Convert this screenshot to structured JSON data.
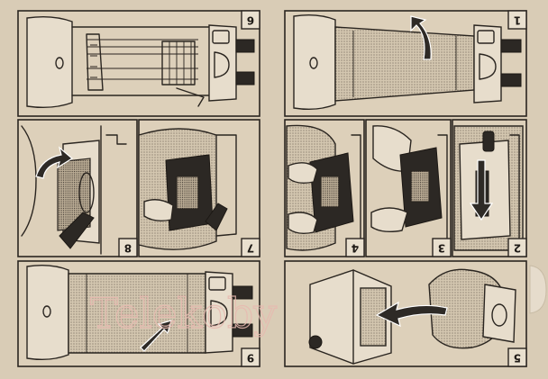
{
  "panels": [
    {
      "key": "p1",
      "number": "1"
    },
    {
      "key": "p2",
      "number": "2"
    },
    {
      "key": "p3",
      "number": "3"
    },
    {
      "key": "p4",
      "number": "4"
    },
    {
      "key": "p5",
      "number": "5"
    },
    {
      "key": "p6",
      "number": "6"
    },
    {
      "key": "p7",
      "number": "7"
    },
    {
      "key": "p8",
      "number": "8"
    },
    {
      "key": "p9",
      "number": "9"
    }
  ],
  "watermark": {
    "text": "Telekoby"
  },
  "colors": {
    "paper": "#d9ccb6",
    "ink": "#2a2520",
    "watermark": "#e8b9b0"
  }
}
